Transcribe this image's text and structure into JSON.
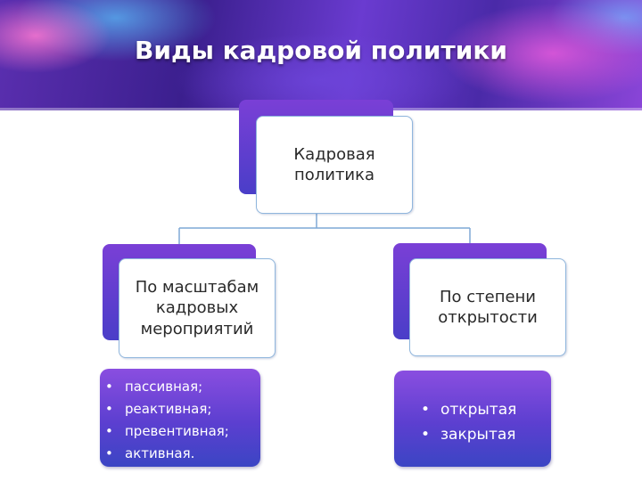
{
  "slide": {
    "title": "Виды кадровой политики"
  },
  "root": {
    "lines": [
      "Кадровая",
      "политика"
    ]
  },
  "branches": [
    {
      "lines": [
        "По масштабам",
        "кадровых",
        "мероприятий"
      ],
      "items": [
        "пассивная;",
        "реактивная;",
        "превентивная;",
        "активная."
      ]
    },
    {
      "lines": [
        "По степени",
        "открытости"
      ],
      "items": [
        "открытая",
        "закрытая"
      ]
    }
  ],
  "colors": {
    "banner_dark": "#3b1f8e",
    "box_top": "#7a3fd6",
    "box_bottom": "#3b45c4",
    "connector": "#7fa9d6",
    "text": "#2a2a2a"
  }
}
